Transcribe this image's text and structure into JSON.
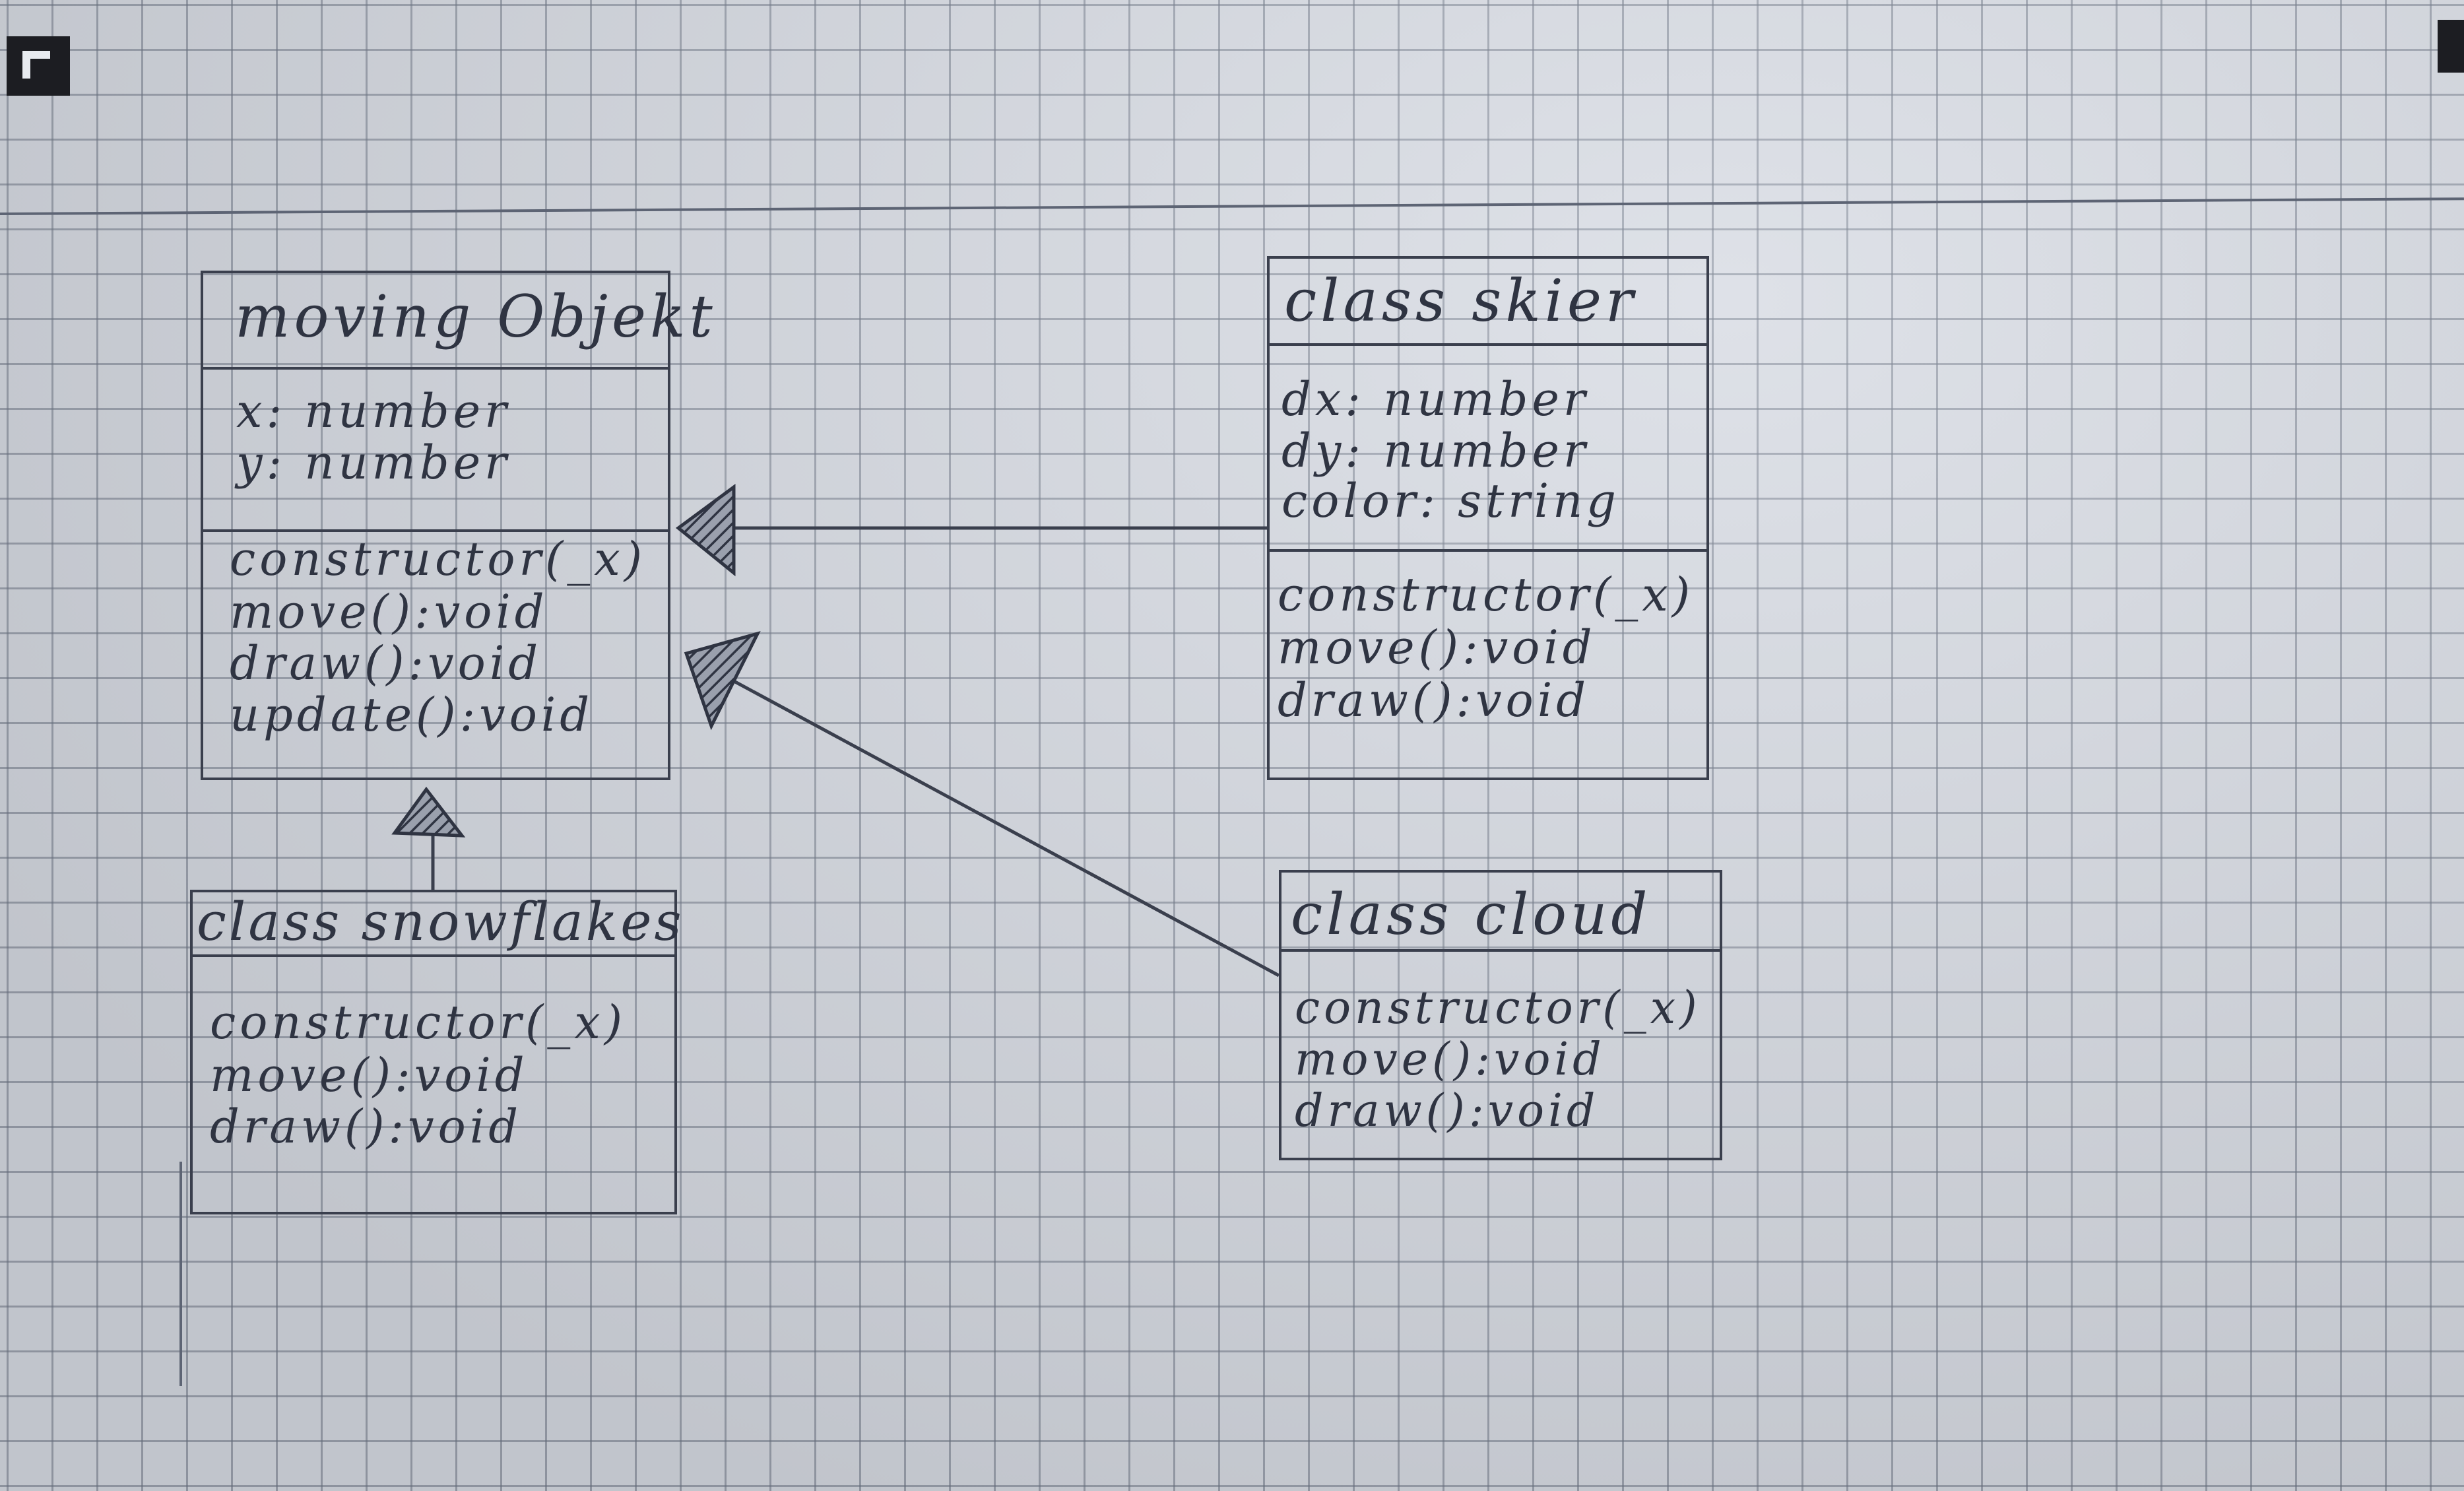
{
  "diagram": {
    "classes": [
      {
        "id": "moving-objekt",
        "title": "moving Objekt",
        "attributes": [
          "x: number",
          "y: number"
        ],
        "methods": [
          "constructor(_x)",
          "move():void",
          "draw():void",
          "update():void"
        ]
      },
      {
        "id": "skier",
        "title": "class skier",
        "attributes": [
          "dx: number",
          "dy: number",
          "color: string"
        ],
        "methods": [
          "constructor(_x)",
          "move():void",
          "draw():void"
        ]
      },
      {
        "id": "snowflakes",
        "title": "class snowflakes",
        "attributes": [],
        "methods": [
          "constructor(_x)",
          "move():void",
          "draw():void"
        ]
      },
      {
        "id": "cloud",
        "title": "class cloud",
        "attributes": [],
        "methods": [
          "constructor(_x)",
          "move():void",
          "draw():void"
        ]
      }
    ],
    "relations": [
      {
        "type": "inheritance",
        "from": "skier",
        "to": "moving-objekt"
      },
      {
        "type": "inheritance",
        "from": "cloud",
        "to": "moving-objekt"
      },
      {
        "type": "inheritance",
        "from": "snowflakes",
        "to": "moving-objekt"
      }
    ]
  },
  "colors": {
    "paper": "#d7dbe3",
    "grid": "#6e7687",
    "ink": "#3a3f4d",
    "text": "#2f3442"
  }
}
